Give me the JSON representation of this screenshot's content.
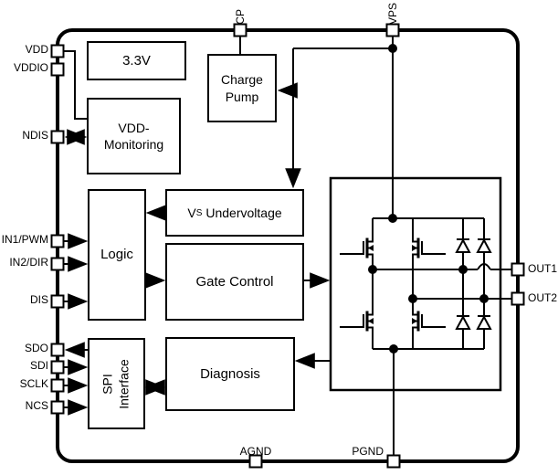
{
  "diagram": {
    "background": "#ffffff",
    "line_color": "#000000",
    "blocks": {
      "regulator": {
        "label": "3.3V"
      },
      "charge_pump": {
        "line1": "Charge",
        "line2": "Pump"
      },
      "vdd_monitoring": {
        "line1": "VDD-",
        "line2": "Monitoring"
      },
      "logic": {
        "label": "Logic"
      },
      "vs_undervoltage": {
        "prefix": "V",
        "subscript": "S",
        "suffix": "Undervoltage"
      },
      "gate_control": {
        "label": "Gate Control"
      },
      "diagnosis": {
        "label": "Diagnosis"
      },
      "spi_interface": {
        "line1": "SPI",
        "line2": "Interface"
      }
    },
    "pins": {
      "left": [
        {
          "label": "VDD"
        },
        {
          "label": "VDDIO"
        },
        {
          "label": "NDIS"
        },
        {
          "label": "IN1/PWM"
        },
        {
          "label": "IN2/DIR"
        },
        {
          "label": "DIS"
        },
        {
          "label": "SDO"
        },
        {
          "label": "SDI"
        },
        {
          "label": "SCLK"
        },
        {
          "label": "NCS"
        }
      ],
      "top": [
        {
          "label": "CP"
        },
        {
          "label": "VPS"
        }
      ],
      "right": [
        {
          "label": "OUT1"
        },
        {
          "label": "OUT2"
        }
      ],
      "bottom": [
        {
          "label": "AGND"
        },
        {
          "label": "PGND"
        }
      ]
    }
  }
}
